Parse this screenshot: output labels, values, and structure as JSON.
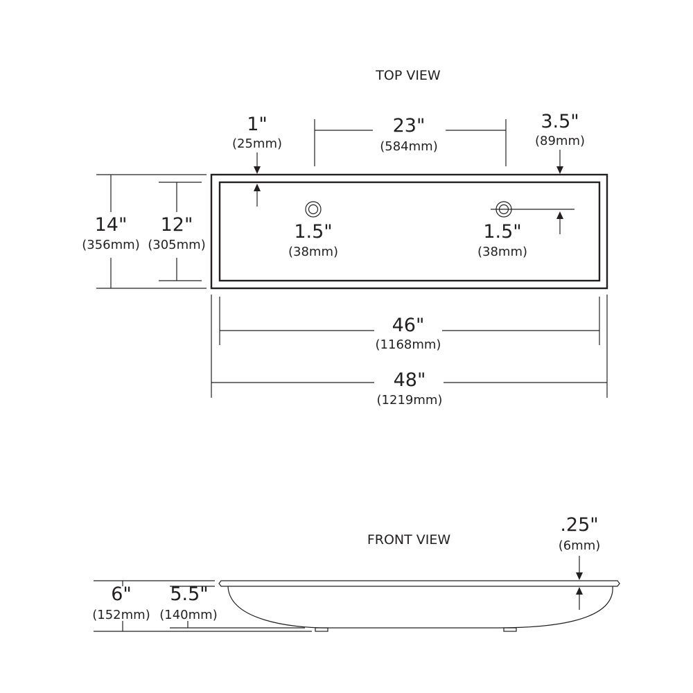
{
  "top_view": {
    "title": "TOP VIEW",
    "dims": {
      "rim_inset": {
        "inch": "1\"",
        "mm": "(25mm)"
      },
      "hole_spacing": {
        "inch": "23\"",
        "mm": "(584mm)"
      },
      "hole_offset": {
        "inch": "3.5\"",
        "mm": "(89mm)"
      },
      "outer_depth": {
        "inch": "14\"",
        "mm": "(356mm)"
      },
      "inner_depth": {
        "inch": "12\"",
        "mm": "(305mm)"
      },
      "hole_left": {
        "inch": "1.5\"",
        "mm": "(38mm)"
      },
      "hole_right": {
        "inch": "1.5\"",
        "mm": "(38mm)"
      },
      "inner_width": {
        "inch": "46\"",
        "mm": "(1168mm)"
      },
      "outer_width": {
        "inch": "48\"",
        "mm": "(1219mm)"
      }
    }
  },
  "front_view": {
    "title": "FRONT VIEW",
    "dims": {
      "rim_thickness": {
        "inch": ".25\"",
        "mm": "(6mm)"
      },
      "overall_height": {
        "inch": "6\"",
        "mm": "(152mm)"
      },
      "bowl_depth": {
        "inch": "5.5\"",
        "mm": "(140mm)"
      }
    }
  },
  "colors": {
    "line": "#231f20",
    "background": "#ffffff"
  }
}
